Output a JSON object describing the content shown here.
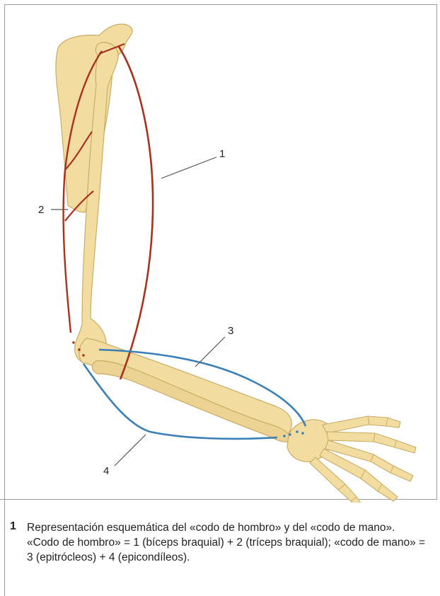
{
  "figure": {
    "callouts": [
      {
        "id": "1",
        "label": "1"
      },
      {
        "id": "2",
        "label": "2"
      },
      {
        "id": "3",
        "label": "3"
      },
      {
        "id": "4",
        "label": "4"
      }
    ],
    "colors": {
      "bone": "#f2dca0",
      "bone_stroke": "#c9ad66",
      "muscle_red": "#a8321e",
      "muscle_blue": "#3a7fb6",
      "leader": "#555555"
    }
  },
  "caption": {
    "number": "1",
    "text": "Representación esquemática del «codo de hombro» y del «codo de mano». «Codo de hombro» = 1 (bíceps braquial) + 2 (tríceps braquial); «codo de mano» = 3 (epitrócleos) + 4 (epicondíleos)."
  }
}
